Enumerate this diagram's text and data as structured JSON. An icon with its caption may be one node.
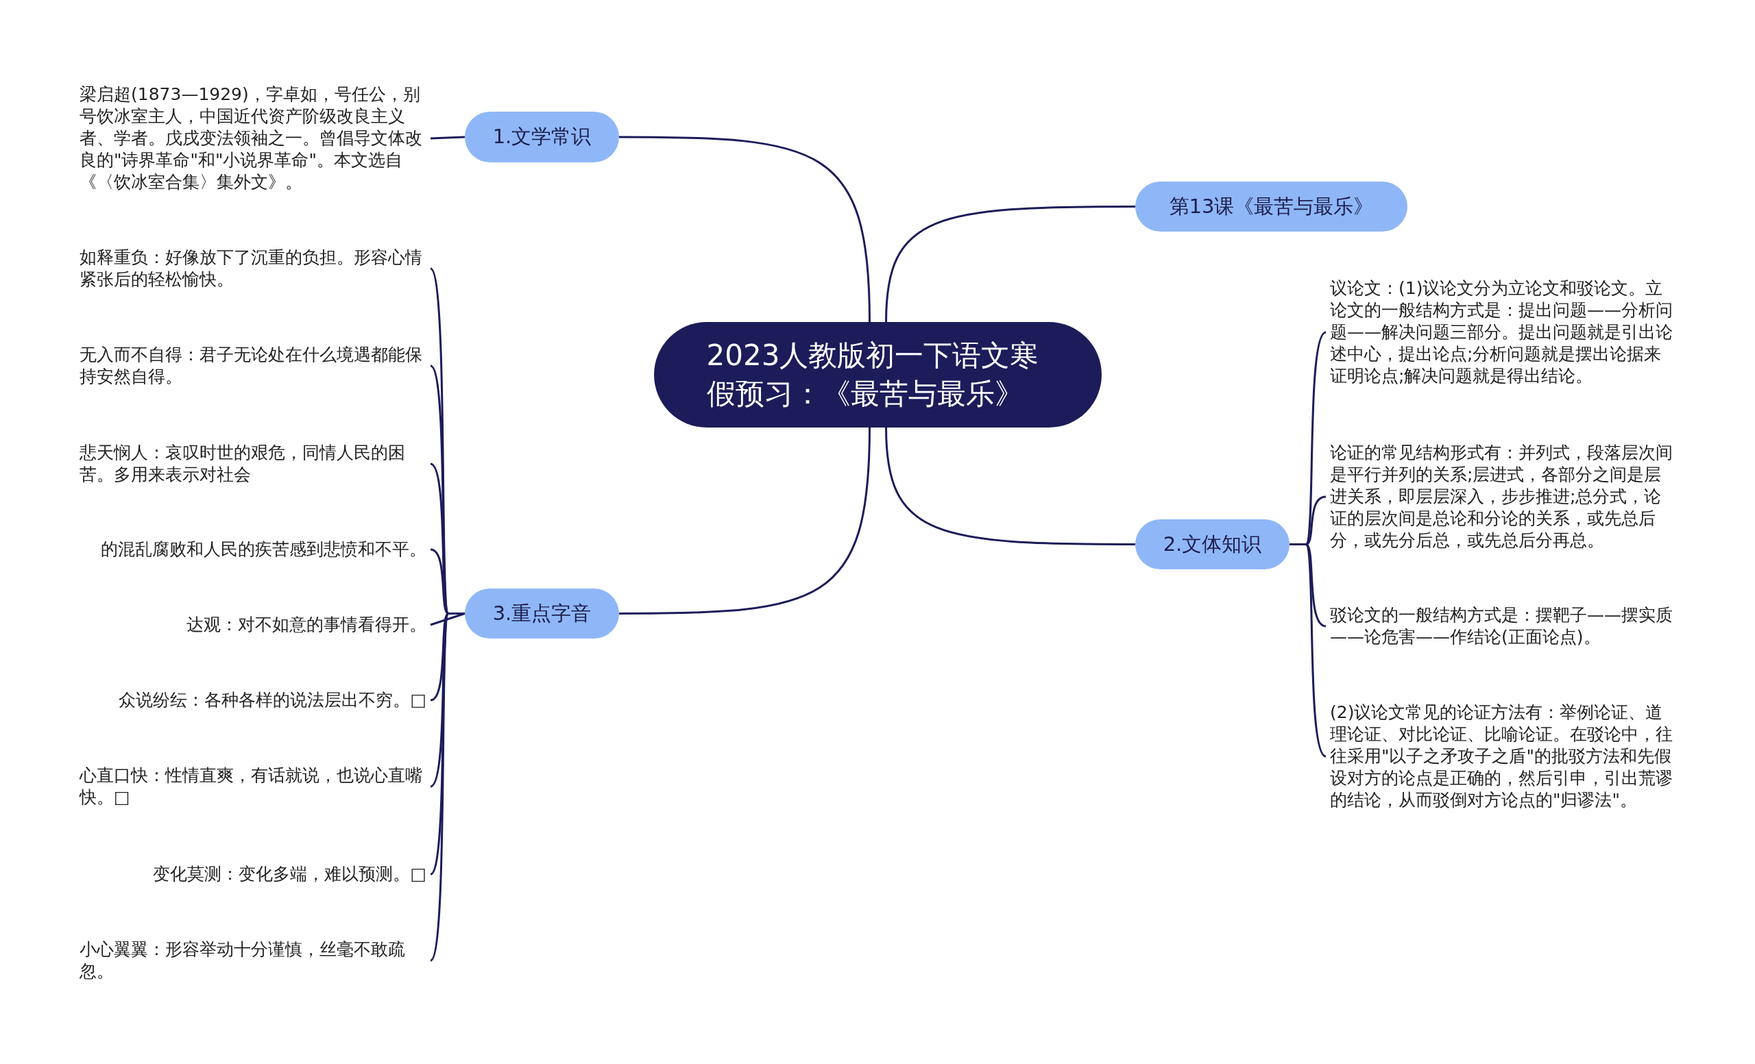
{
  "diagram": {
    "nodes": [
      {
        "text": [
          "2023人教版初一下语文寒假预习：《最苦与最乐》"
        ]
      },
      {
        "text": [
          "1.文学常识"
        ]
      },
      {
        "text": [
          "梁启超(1873—1929)，字卓如，号任公，别号饮冰室主人，中国近代资产阶级改良主义者、学者。戊戌变法领袖之一。曾倡导文体改良的\"诗界革命\"和\"小说界革命\"。本文选自《〈饮冰室合集〉集外文》。"
        ]
      },
      {
        "text": [
          "第13课《最苦与最乐》"
        ]
      },
      {
        "text": [
          "2.文体知识"
        ]
      },
      {
        "text": [
          "议论文：(1)议论文分为立论文和驳论文。立论文的一般结构方式是：提出问题——分析问题——解决问题三部分。提出问题就是引出论述中心，提出论点;分析问题就是摆出论据来证明论点;解决问题就是得出结论。"
        ]
      },
      {
        "text": [
          "论证的常见结构形式有：并列式，段落层次间是平行并列的关系;层进式，各部分之间是层进关系，即层层深入，步步推进;总分式，论证的层次间是总论和分论的关系，或先总后分，或先分后总，或先总后分再总。"
        ]
      },
      {
        "text": [
          "驳论文的一般结构方式是：摆靶子——摆实质——论危害——作结论(正面论点)。"
        ]
      },
      {
        "text": [
          "(2)议论文常见的论证方法有：举例论证、道理论证、对比论证、比喻论证。在驳论中，往往采用\"以子之矛攻子之盾\"的批驳方法和先假设对方的论点是正确的，然后引申，引出荒谬的结论，从而驳倒对方论点的\"归谬法\"。"
        ]
      },
      {
        "text": [
          "3.重点字音"
        ]
      },
      {
        "text": [
          "如释重负：好像放下了沉重的负担。形容心情紧张后的轻松愉快。"
        ]
      },
      {
        "text": [
          "无入而不自得：君子无论处在什么境遇都能保持安然自得。"
        ]
      },
      {
        "text": [
          "悲天悯人：哀叹时世的艰危，同情人民的困苦。多用来表示对社会"
        ]
      },
      {
        "text": [
          "的混乱腐败和人民的疾苦感到悲愤和不平。"
        ]
      },
      {
        "text": [
          "达观：对不如意的事情看得开。"
        ]
      },
      {
        "text": [
          "众说纷纭：各种各样的说法层出不穷。□"
        ]
      },
      {
        "text": [
          "心直口快：性情直爽，有话就说，也说心直嘴快。□"
        ]
      },
      {
        "text": [
          "变化莫测：变化多端，难以预测。□"
        ]
      },
      {
        "text": [
          "小心翼翼：形容举动十分谨慎，丝毫不敢疏忽。"
        ]
      }
    ],
    "edges": [
      {
        "from": 0,
        "to": 1,
        "arrow": "none"
      },
      {
        "from": 1,
        "to": 2,
        "arrow": "none"
      },
      {
        "from": 0,
        "to": 3,
        "arrow": "none"
      },
      {
        "from": 0,
        "to": 4,
        "arrow": "none"
      },
      {
        "from": 4,
        "to": 5,
        "arrow": "none"
      },
      {
        "from": 4,
        "to": 6,
        "arrow": "none"
      },
      {
        "from": 4,
        "to": 7,
        "arrow": "none"
      },
      {
        "from": 4,
        "to": 8,
        "arrow": "none"
      },
      {
        "from": 0,
        "to": 9,
        "arrow": "none"
      },
      {
        "from": 9,
        "to": 10,
        "arrow": "none"
      },
      {
        "from": 9,
        "to": 11,
        "arrow": "none"
      },
      {
        "from": 9,
        "to": 12,
        "arrow": "none"
      },
      {
        "from": 9,
        "to": 13,
        "arrow": "none"
      },
      {
        "from": 9,
        "to": 14,
        "arrow": "none"
      },
      {
        "from": 9,
        "to": 15,
        "arrow": "none"
      },
      {
        "from": 9,
        "to": 16,
        "arrow": "none"
      },
      {
        "from": 9,
        "to": 17,
        "arrow": "none"
      },
      {
        "from": 9,
        "to": 18,
        "arrow": "none"
      }
    ]
  }
}
